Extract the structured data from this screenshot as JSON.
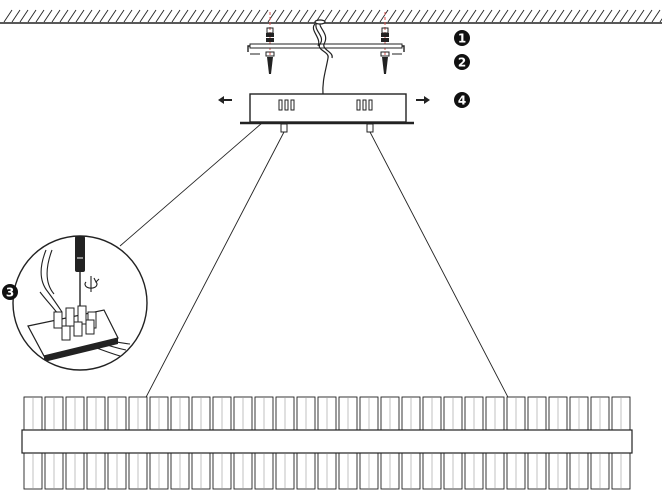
{
  "steps": [
    {
      "number": "1"
    },
    {
      "number": "2"
    },
    {
      "number": "3"
    },
    {
      "number": "4"
    }
  ],
  "icons": {
    "rotate": "rotate-arrow-icon",
    "move_left": "arrow-left-icon",
    "move_right": "arrow-right-icon"
  },
  "colors": {
    "line": "#222222",
    "screw_guide": "#d9534f",
    "badge": "#111111",
    "badge_text": "#ffffff"
  }
}
